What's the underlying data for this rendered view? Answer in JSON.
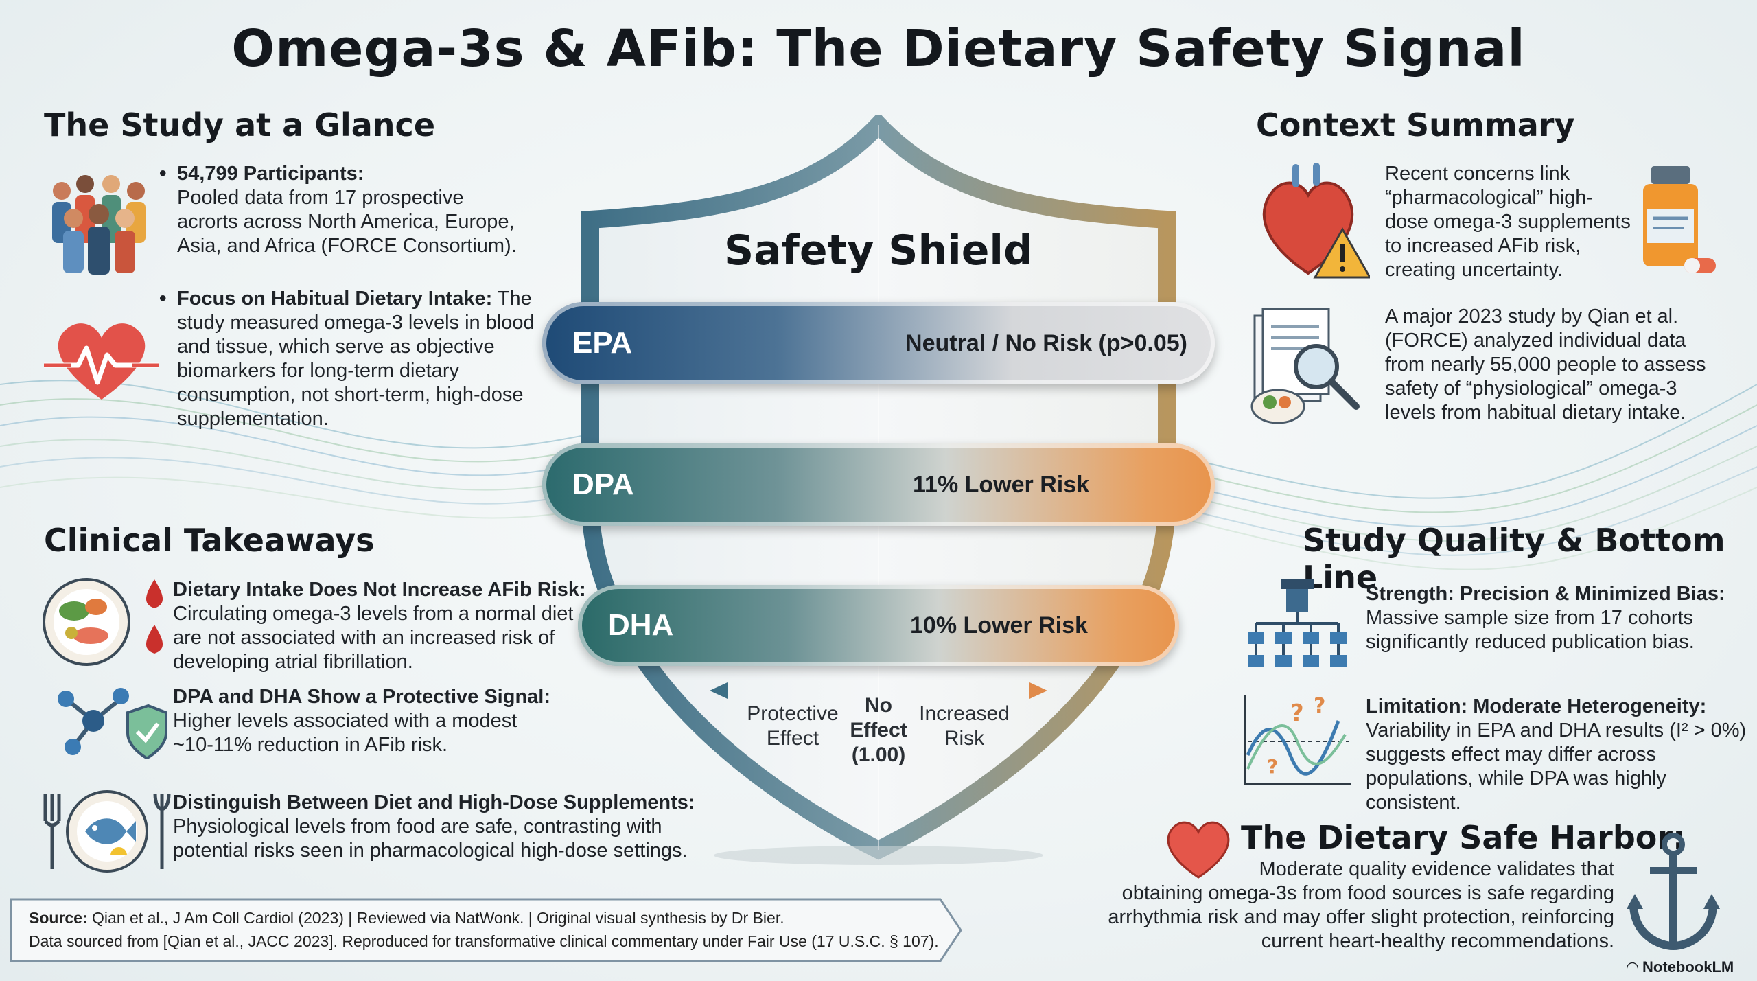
{
  "title": "Omega-3s & AFib: The Dietary Safety Signal",
  "study_at_glance": {
    "heading": "The Study at a Glance",
    "item1_title": "54,799 Participants:",
    "item1_lines": [
      "Pooled data from 17 prospective",
      "acrorts across North America, Europe,",
      "Asia, and Africa (FORCE Consortium)."
    ],
    "item2_title": "Focus on Habitual Dietary Intake:",
    "item2_title_tail": " The",
    "item2_lines": [
      "study measured omega-3 levels in blood",
      "and tissue, which serve as objective",
      "biomarkers for long-term dietary",
      "consumption, not short-term, high-dose",
      "supplementation."
    ]
  },
  "clinical_takeaways": {
    "heading": "Clinical Takeaways",
    "items": [
      {
        "title": "Dietary Intake Does Not Increase AFib Risk:",
        "lines": [
          "Circulating omega-3 levels from a normal diet",
          "are not associated with an increased risk of",
          "developing atrial fibrillation."
        ]
      },
      {
        "title": "DPA and DHA Show a Protective Signal:",
        "lines": [
          "Higher levels associated with a modest",
          "~10-11% reduction in AFib risk."
        ]
      },
      {
        "title": "Distinguish Between Diet and High-Dose Supplements:",
        "lines": [
          "Physiological levels from food are safe, contrasting with",
          "potential risks seen in pharmacological high-dose settings."
        ]
      }
    ]
  },
  "shield": {
    "title": "Safety Shield",
    "bars": [
      {
        "label": "EPA",
        "result": "Neutral / No Risk (p>0.05)"
      },
      {
        "label": "DPA",
        "result": "11% Lower Risk"
      },
      {
        "label": "DHA",
        "result": "10% Lower Risk"
      }
    ],
    "scale_left": [
      "Protective",
      "Effect"
    ],
    "scale_center": [
      "No",
      "Effect",
      "(1.00)"
    ],
    "scale_right": [
      "Increased",
      "Risk"
    ]
  },
  "context_summary": {
    "heading": "Context Summary",
    "para1": [
      "Recent concerns link",
      "“pharmacological” high-",
      "dose omega-3 supplements",
      "to increased AFib risk,",
      "creating uncertainty."
    ],
    "para2": [
      "A major 2023 study by Qian et al.",
      "(FORCE) analyzed individual data",
      "from nearly 55,000 people to assess",
      "safety of “physiological” omega-3",
      "levels from habitual dietary intake."
    ]
  },
  "study_quality": {
    "heading": "Study Quality & Bottom Line",
    "strength_title": "Strength: Precision & Minimized Bias:",
    "strength_lines": [
      "Massive sample size from 17 cohorts",
      "significantly reduced publication bias."
    ],
    "limitation_title": "Limitation: Moderate Heterogeneity:",
    "limitation_lines": [
      "Variability in EPA and DHA results (I² > 0%)",
      "suggests effect may differ across",
      "populations, while DPA was highly consistent."
    ]
  },
  "safe_harbor": {
    "heading": "The Dietary Safe Harbor:",
    "lines": [
      "Moderate quality evidence validates that",
      "obtaining omega-3s from food sources is safe regarding",
      "arrhythmia risk and may offer slight protection, reinforcing",
      "current heart-healthy recommendations."
    ]
  },
  "footer": {
    "source_label": "Source:",
    "line1": " Qian et al., J Am Coll Cardiol (2023)  |  Reviewed via NatWonk.  |  Original visual synthesis by Dr Bier.",
    "line2": "Data sourced from [Qian et al., JACC 2023]. Reproduced for transformative clinical commentary under Fair Use (17 U.S.C. § 107)."
  },
  "brand": "NotebookLM",
  "colors": {
    "navy": "#1f4e79",
    "teal": "#2a6b6b",
    "orange": "#e8954a",
    "red": "#d9463a"
  }
}
